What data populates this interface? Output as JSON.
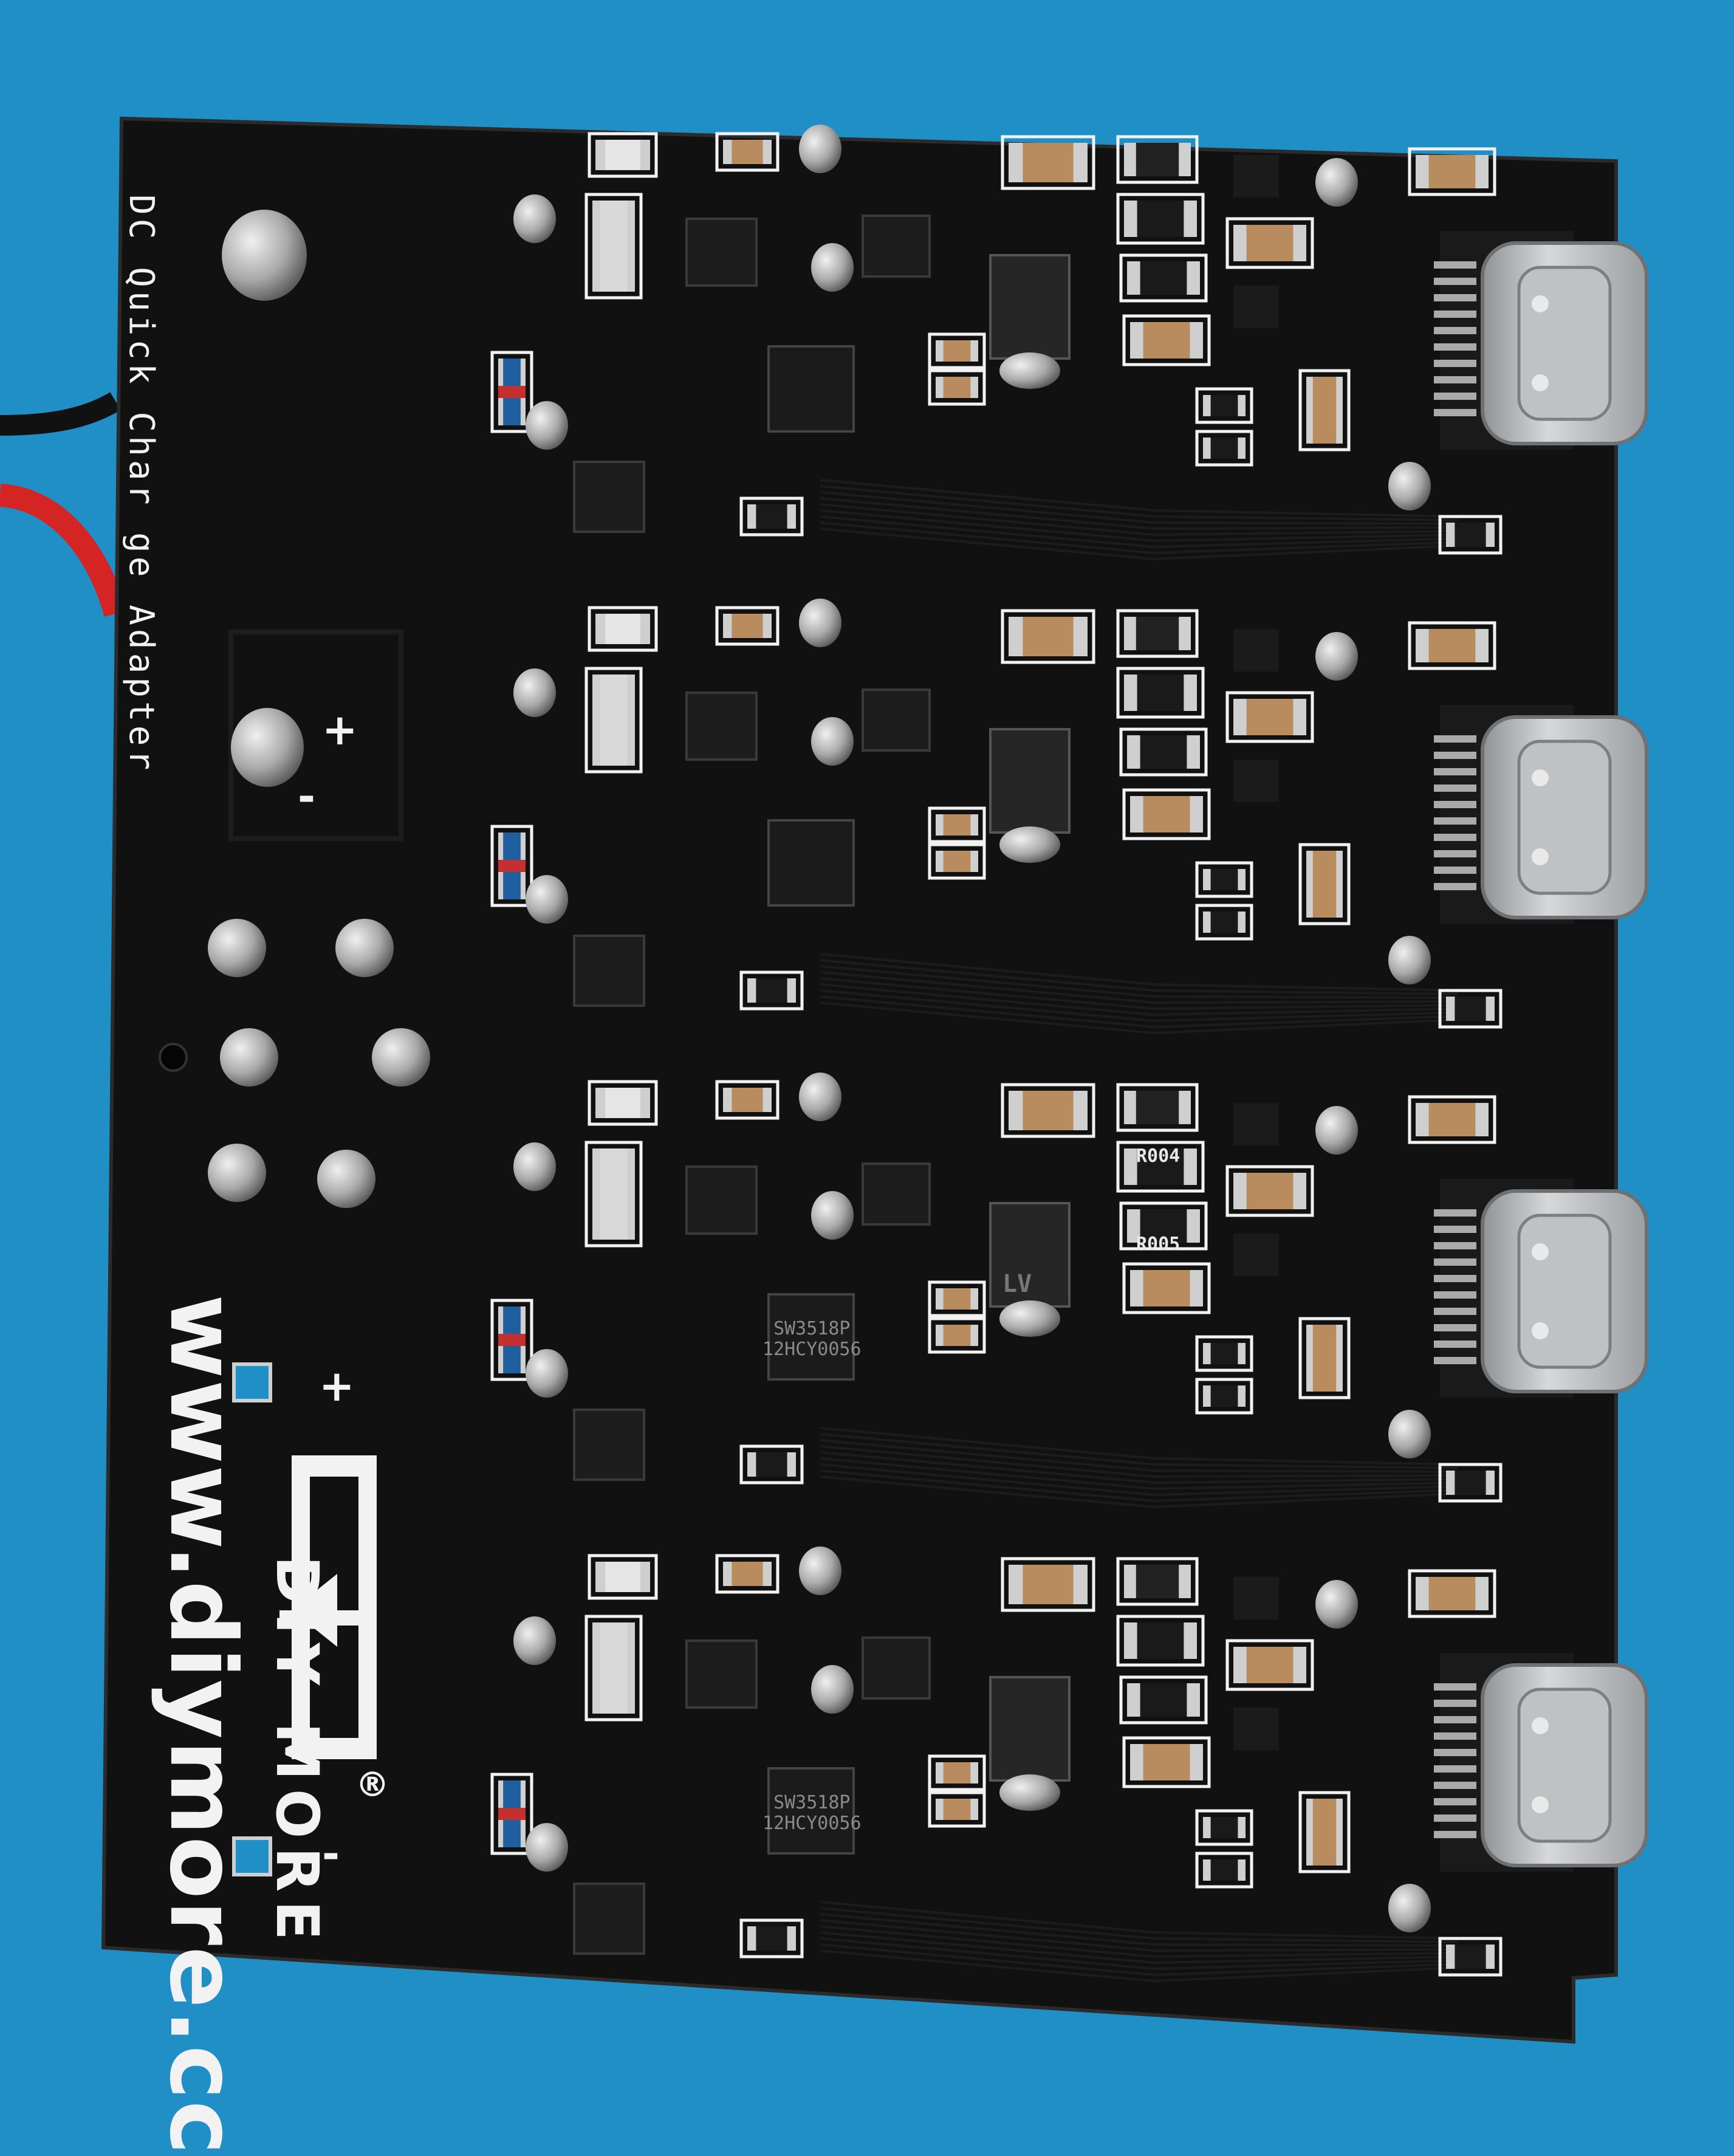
{
  "photo": {
    "subject": "diymore DC quick charge adapter PCB with four USB Type-C outputs",
    "colors": {
      "background_mat": "#1f8fc6",
      "pcb": "#101010",
      "silkscreen": "#f2f2f2",
      "solder": "#c8c8c8",
      "capacitor": "#b88c5e",
      "usb_c_shell": "#b9bcbf"
    }
  },
  "silkscreen": {
    "title": "DC Quick Char ge Adapter",
    "url": "www.diymore.cc",
    "brand": "DIY MORE",
    "logo": "DM",
    "registered": "®",
    "plus": "+",
    "minus": "-"
  },
  "ports": [
    {
      "label": "usb-c-port-1"
    },
    {
      "label": "usb-c-port-2"
    },
    {
      "label": "usb-c-port-3"
    },
    {
      "label": "usb-c-port-4"
    }
  ],
  "markings": {
    "controller_chip": "SW3518P",
    "controller_code": "12HCY0056",
    "resistor_1": "R004",
    "resistor_2": "R005",
    "diode": "LV"
  }
}
